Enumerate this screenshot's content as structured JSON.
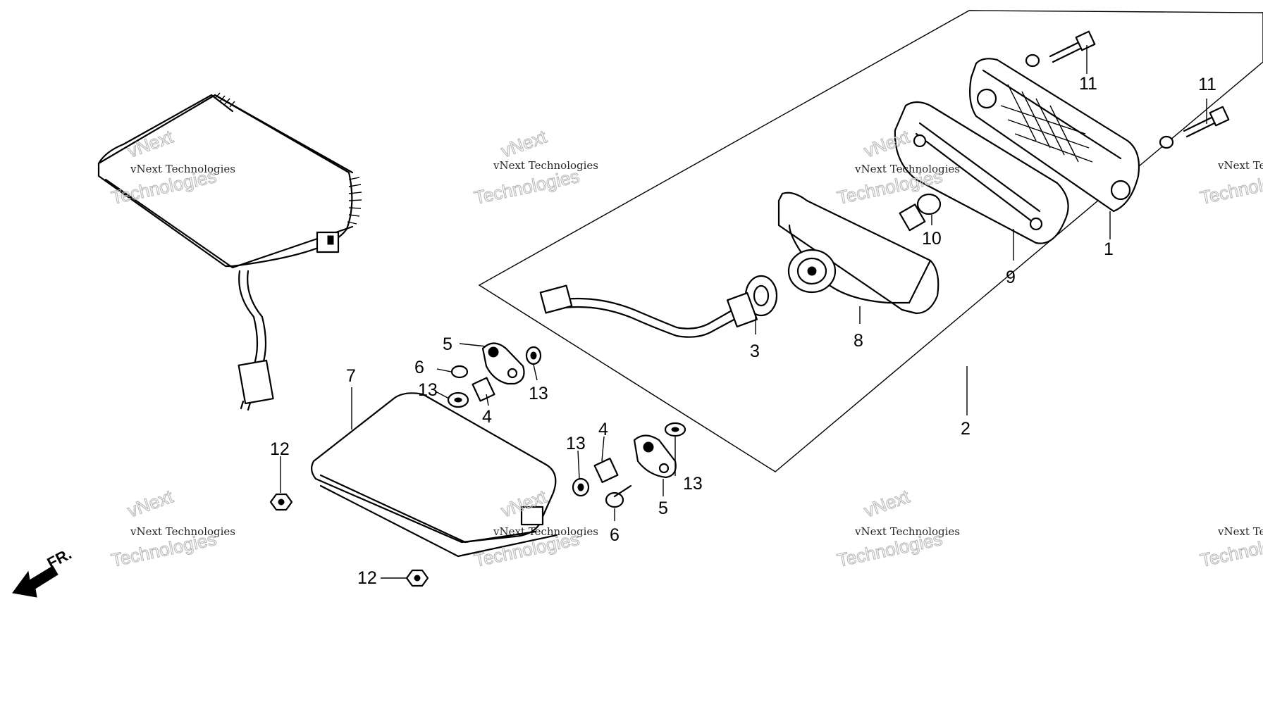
{
  "labels": {
    "l1": "1",
    "l2": "2",
    "l3": "3",
    "l4a": "4",
    "l4b": "4",
    "l5a": "5",
    "l5b": "5",
    "l6a": "6",
    "l6b": "6",
    "l7": "7",
    "l8": "8",
    "l9": "9",
    "l10": "10",
    "l11a": "11",
    "l11b": "11",
    "l12a": "12",
    "l12b": "12",
    "l13a": "13",
    "l13b": "13",
    "l13c": "13",
    "l13d": "13"
  },
  "direction": {
    "label": "FR."
  },
  "watermark": {
    "small_top": "vNext",
    "line1": "vNext Technologies",
    "line2": "Technologies"
  }
}
